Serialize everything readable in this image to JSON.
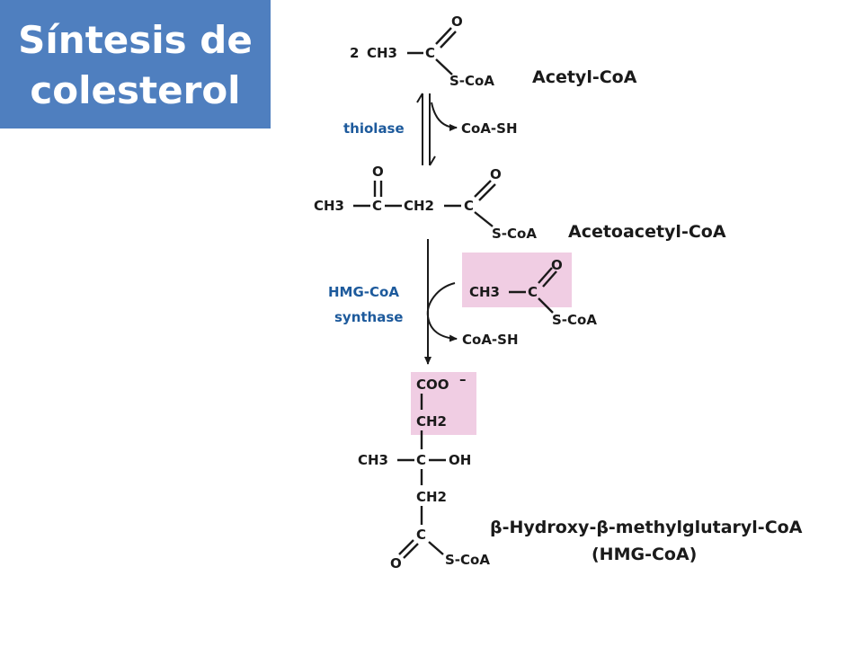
{
  "title": {
    "line1": "Síntesis de",
    "line2": "colesterol"
  },
  "colors": {
    "title_bg": "#4f7fbf",
    "highlight": "#f0cde3",
    "enzyme_text": "#1d5a9c"
  },
  "acetyl_coa": {
    "coef": "2",
    "ch3": "CH3",
    "c": "C",
    "o": "O",
    "scoa": "S-CoA",
    "name": "Acetyl-CoA"
  },
  "step1": {
    "enzyme": "thiolase",
    "product": "CoA-SH"
  },
  "acetoacetyl_coa": {
    "ch3": "CH3",
    "c1": "C",
    "o1": "O",
    "ch2": "CH2",
    "c2": "C",
    "o2": "O",
    "scoa": "S-CoA",
    "name": "Acetoacetyl-CoA"
  },
  "step2": {
    "enzyme_line1": "HMG-CoA",
    "enzyme_line2": "synthase",
    "product": "CoA-SH",
    "substrate": {
      "ch3": "CH3",
      "c": "C",
      "o": "O",
      "scoa": "S-CoA"
    }
  },
  "hmg_coa": {
    "coo": "COO",
    "charge": "–",
    "ch2_top": "CH2",
    "ch3": "CH3",
    "c": "C",
    "oh": "OH",
    "ch2_bottom": "CH2",
    "c_bottom": "C",
    "o": "O",
    "scoa": "S-CoA",
    "name_line1": "β-Hydroxy-β-methylglutaryl-CoA",
    "name_line2": "(HMG-CoA)"
  }
}
